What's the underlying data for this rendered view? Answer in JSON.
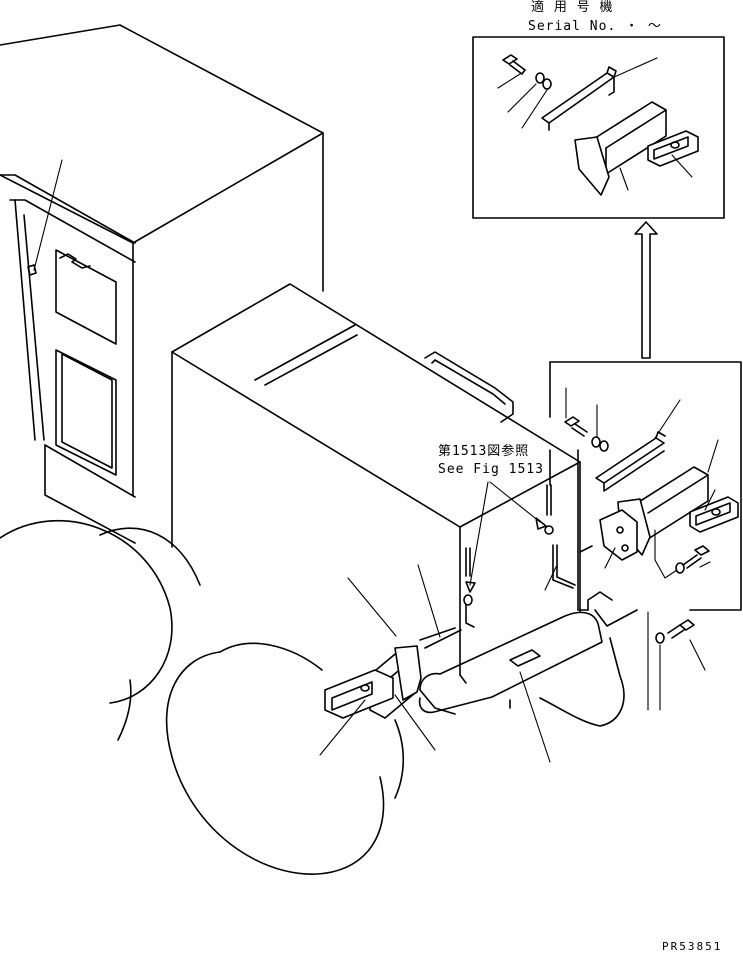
{
  "inset_header": {
    "applicable_jp": "適 用 号 機",
    "serial_label": "Serial No.  ・ ～"
  },
  "reference_note": {
    "jp": "第1513図参照",
    "en": "See Fig 1513"
  },
  "drawing_code": "PR53851"
}
